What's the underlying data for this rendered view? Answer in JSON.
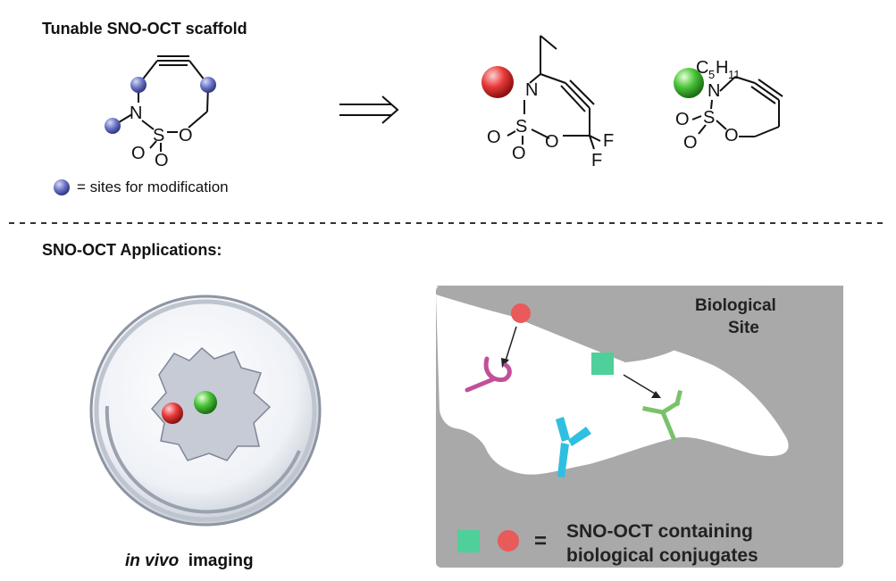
{
  "top_section": {
    "title": "Tunable SNO-OCT scaffold",
    "legend_text": "= sites for modification",
    "arrow_symbol": "⟹"
  },
  "bottom_section": {
    "title": "SNO-OCT Applications:",
    "imaging_label_italic": "in vivo",
    "imaging_label_rest": "imaging",
    "site_label_line1": "Biological",
    "site_label_line2": "Site",
    "conjugate_line1": "SNO-OCT containing",
    "conjugate_line2": "biological conjugates",
    "equals": "="
  },
  "atoms": {
    "N": "N",
    "S": "S",
    "O": "O",
    "F": "F",
    "C": "C",
    "H": "H",
    "c5_sub": "5",
    "h11_sub": "11"
  },
  "colors": {
    "blue_site": "#5b67b8",
    "red_group": "#e03030",
    "green_group": "#3fae2a",
    "teal_square": "#4fcf9a",
    "pink_circle": "#e95a5a",
    "site_gray": "#a8a8a8",
    "magenta_receptor": "#c0509a",
    "cyan_receptor": "#2fbfe0",
    "lightgreen_receptor": "#7ac26a"
  }
}
